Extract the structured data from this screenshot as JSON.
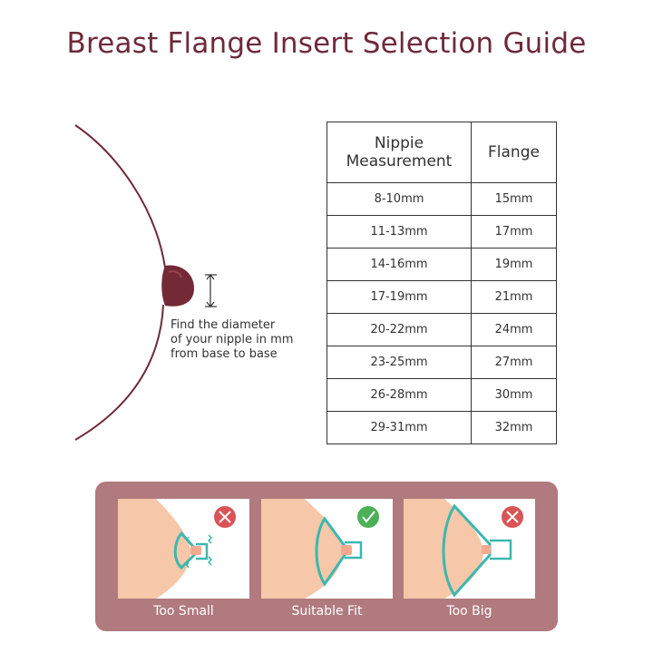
{
  "title": "Breast Flange Insert Selection Guide",
  "instruction": {
    "lines": [
      "Find the diameter",
      "of your nipple in mm",
      "from base to base"
    ]
  },
  "table": {
    "headers": [
      "Nippie Measurement",
      "Flange"
    ],
    "header_lines": [
      [
        "Nippie",
        "Measurement"
      ],
      [
        "Flange"
      ]
    ],
    "rows": [
      [
        "8-10mm",
        "15mm"
      ],
      [
        "11-13mm",
        "17mm"
      ],
      [
        "14-16mm",
        "19mm"
      ],
      [
        "17-19mm",
        "21mm"
      ],
      [
        "20-22mm",
        "24mm"
      ],
      [
        "23-25mm",
        "27mm"
      ],
      [
        "26-28mm",
        "30mm"
      ],
      [
        "29-31mm",
        "32mm"
      ]
    ]
  },
  "fit_examples": [
    {
      "label": "Too Small",
      "status": "incorrect"
    },
    {
      "label": "Suitable Fit",
      "status": "correct"
    },
    {
      "label": "Too Big",
      "status": "incorrect"
    }
  ],
  "colors": {
    "brand": "#6e2a3a",
    "panel": "#b07a7e",
    "skin": "#f6c7a8",
    "flange": "#3bb8b0",
    "cross_badge": "#d95457",
    "check_badge": "#4cb058"
  }
}
